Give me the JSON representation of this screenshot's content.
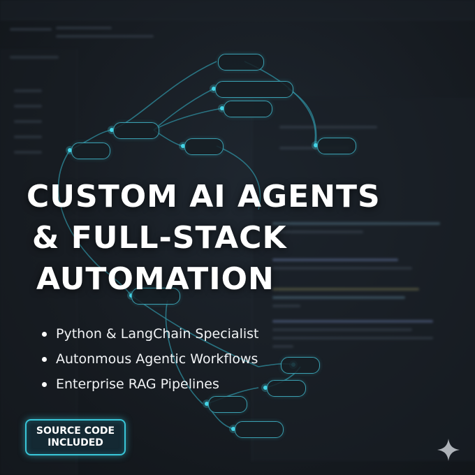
{
  "hero": {
    "title_line1": "CUSTOM AI AGENTS",
    "title_line2": "& FULL-STACK",
    "title_line3": "AUTOMATION"
  },
  "bullets": [
    {
      "text": "Python & LangChain Specialist"
    },
    {
      "text": "Autonmous Agentic Workflows"
    },
    {
      "text": "Enterprise RAG Pipelines"
    }
  ],
  "badge": {
    "line1": "SOURCE CODE",
    "line2": "INCLUDED"
  },
  "icons": {
    "bullet": "bullet-dot-icon",
    "corner": "sparkle-icon"
  },
  "colors": {
    "background": "#151a20",
    "accent": "#39c6d8",
    "node_stroke": "#3a9fb0",
    "title": "#ffffff"
  }
}
